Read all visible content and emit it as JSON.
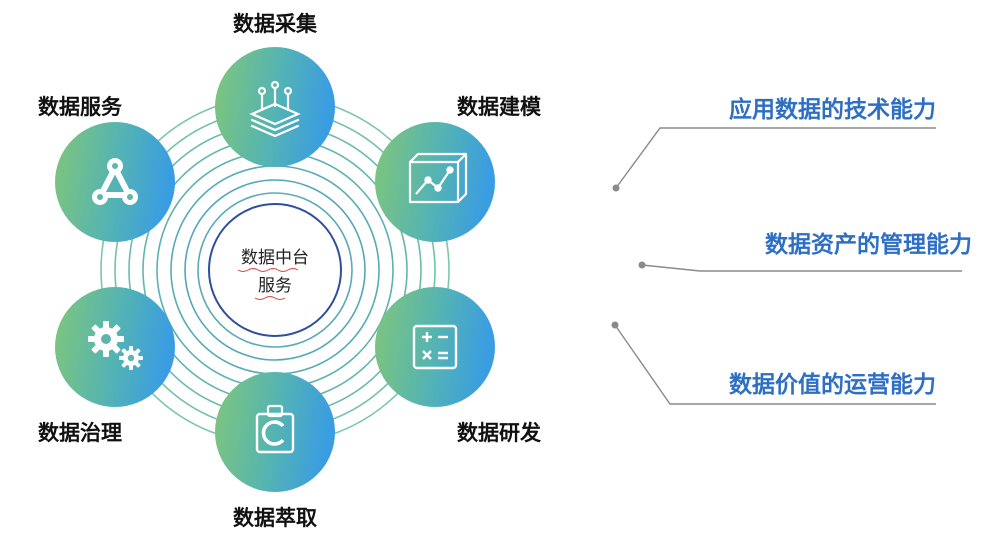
{
  "center": {
    "line1": "数据中台",
    "line2": "服务"
  },
  "nodes": [
    {
      "label": "数据采集",
      "icon": "data-collect-icon"
    },
    {
      "label": "数据建模",
      "icon": "data-model-icon"
    },
    {
      "label": "数据研发",
      "icon": "calculator-icon"
    },
    {
      "label": "数据萃取",
      "icon": "extract-icon"
    },
    {
      "label": "数据治理",
      "icon": "gears-icon"
    },
    {
      "label": "数据服务",
      "icon": "service-network-icon"
    }
  ],
  "capabilities": [
    {
      "label": "应用数据的技术能力"
    },
    {
      "label": "数据资产的管理能力"
    },
    {
      "label": "数据价值的运营能力"
    }
  ],
  "colors": {
    "accent_text": "#2e6fc4",
    "gradient_start": "#7cc47a",
    "gradient_end": "#3a9de0",
    "ring": "#62b8ae",
    "leader": "#8a8a8a"
  }
}
